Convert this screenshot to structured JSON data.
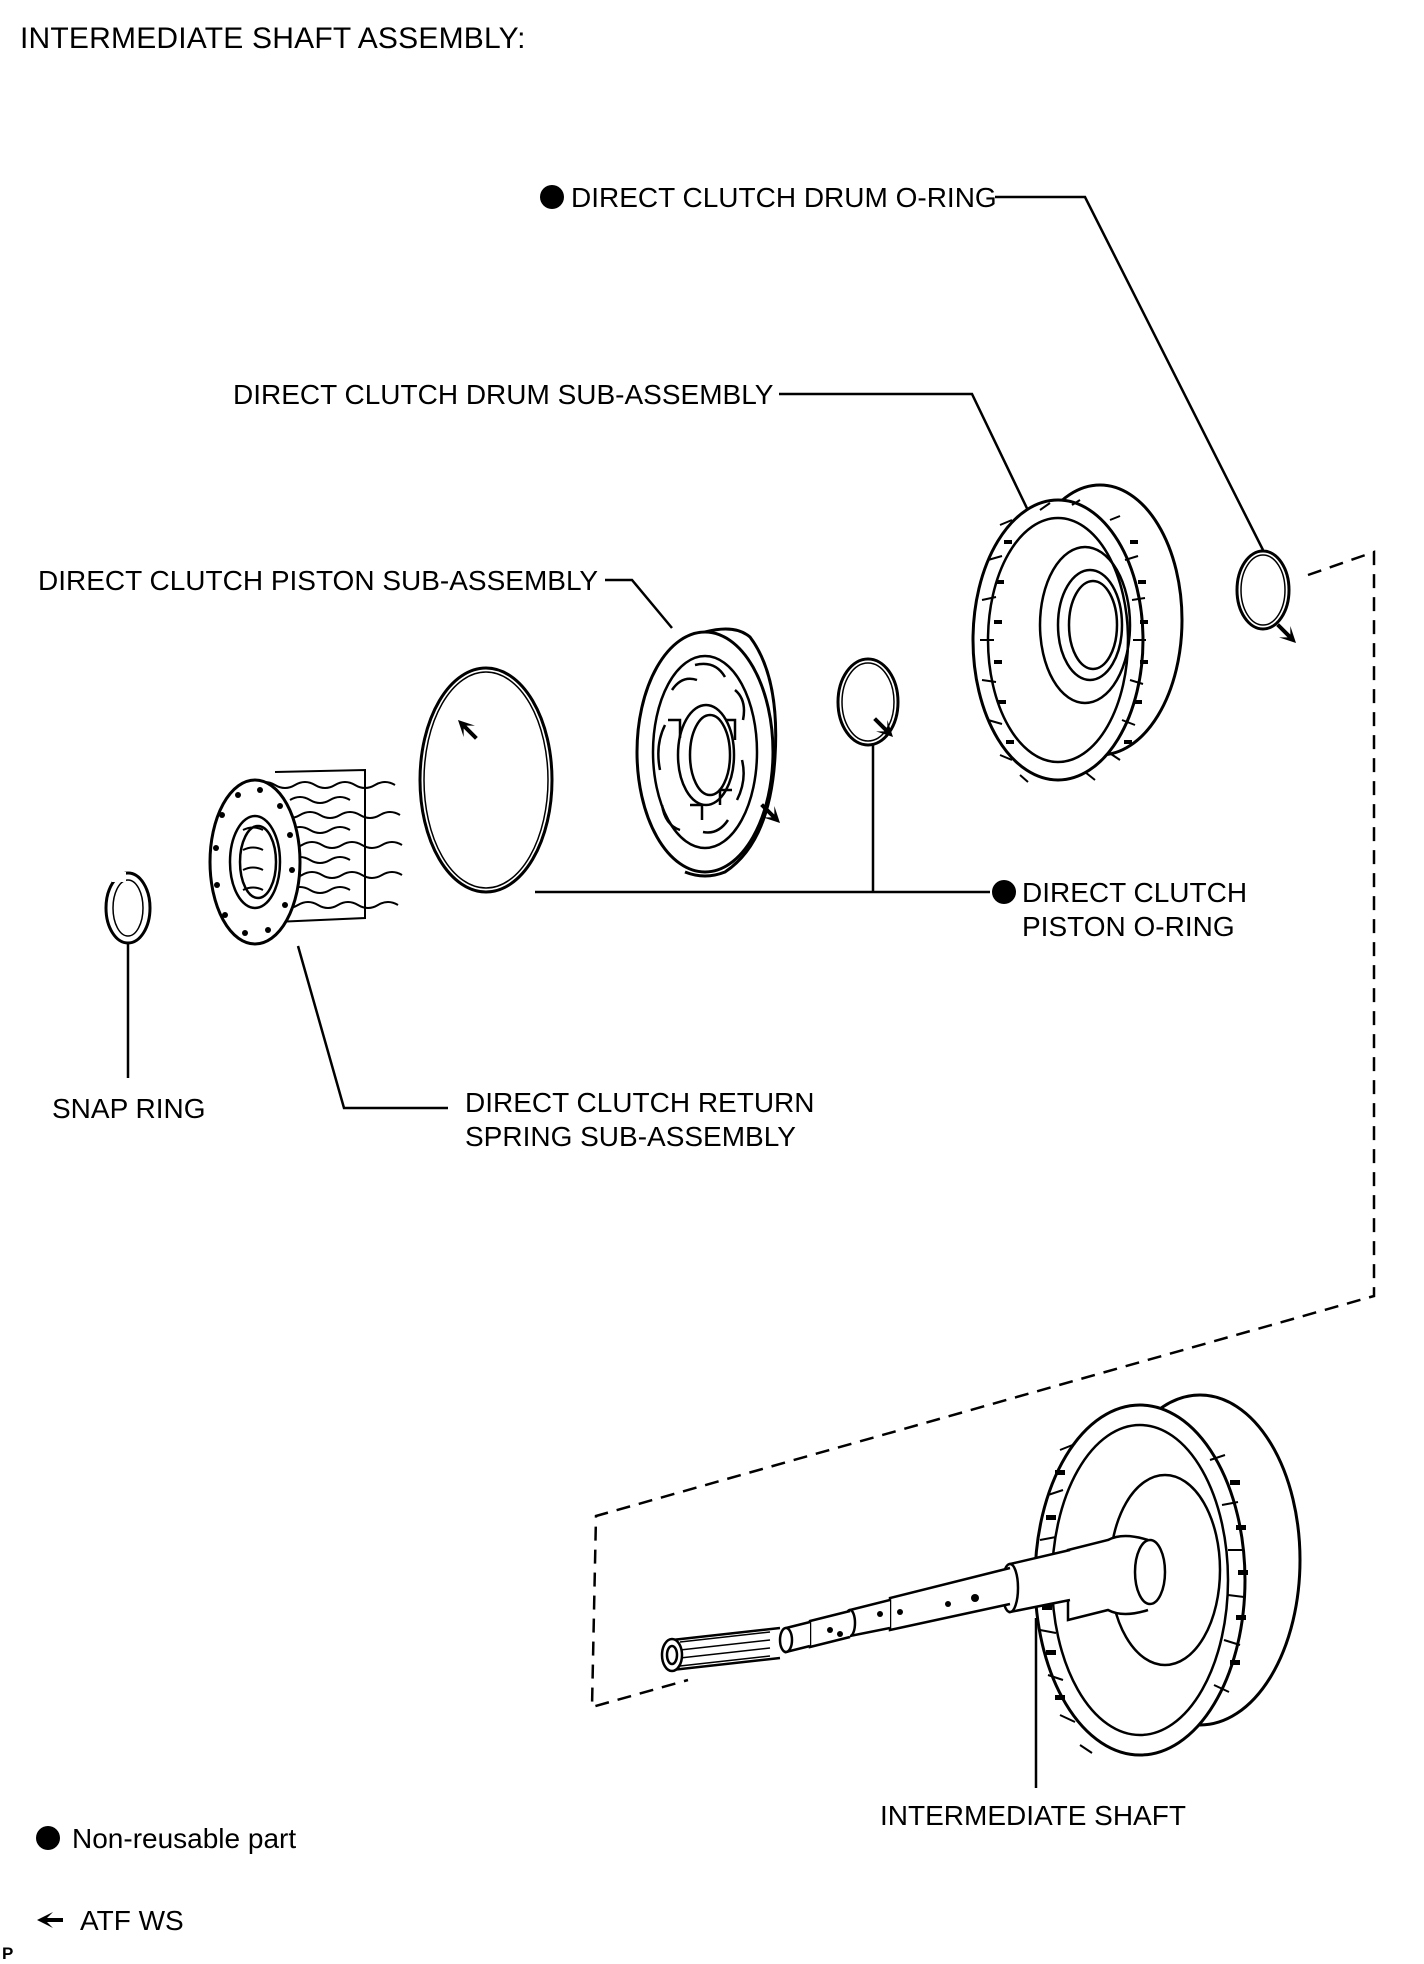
{
  "title": "INTERMEDIATE SHAFT ASSEMBLY:",
  "labels": {
    "drum_oring": "DIRECT CLUTCH DRUM O-RING",
    "drum_sub": "DIRECT CLUTCH DRUM SUB-ASSEMBLY",
    "piston_sub": "DIRECT CLUTCH PISTON SUB-ASSEMBLY",
    "piston_oring_line1": "DIRECT CLUTCH",
    "piston_oring_line2": "PISTON O-RING",
    "snap_ring": "SNAP RING",
    "return_spring_line1": "DIRECT CLUTCH RETURN",
    "return_spring_line2": "SPRING SUB-ASSEMBLY",
    "intermediate_shaft": "INTERMEDIATE SHAFT"
  },
  "legend": {
    "non_reusable": "Non-reusable part",
    "atf": "ATF WS"
  },
  "corner_mark": "P"
}
